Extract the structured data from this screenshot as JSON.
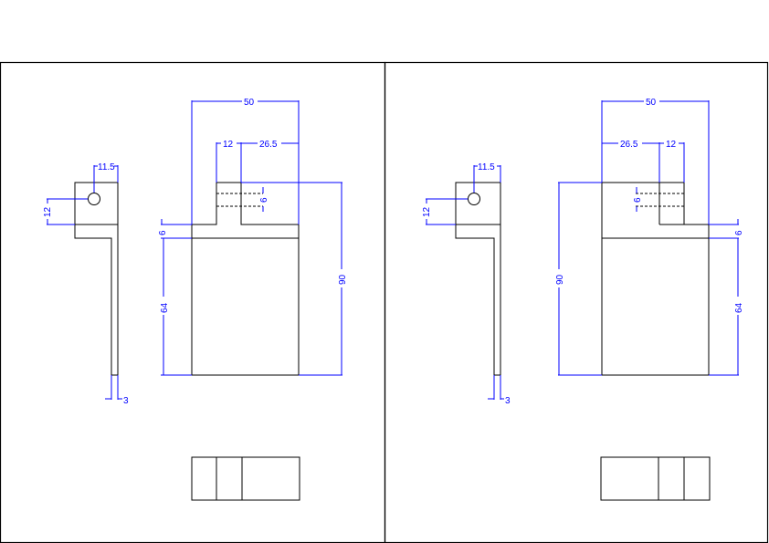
{
  "colors": {
    "geometry": "#000000",
    "dimensions": "#0000ff",
    "background": "#ffffff"
  },
  "left_sheet": {
    "side_view": {
      "hole_width": "11.5",
      "hole_height": "12",
      "thickness": "3"
    },
    "front_view": {
      "overall_width": "50",
      "tab_width": "12",
      "slot_width": "26.5",
      "slot_depth": "6",
      "flange_height": "6",
      "body_height": "64",
      "overall_height": "90"
    }
  },
  "right_sheet": {
    "side_view": {
      "hole_width": "11.5",
      "hole_height": "12",
      "thickness": "3"
    },
    "front_view": {
      "overall_width": "50",
      "tab_width": "12",
      "slot_width": "26.5",
      "slot_depth": "6",
      "flange_height": "6",
      "body_height": "64",
      "overall_height": "90"
    }
  }
}
